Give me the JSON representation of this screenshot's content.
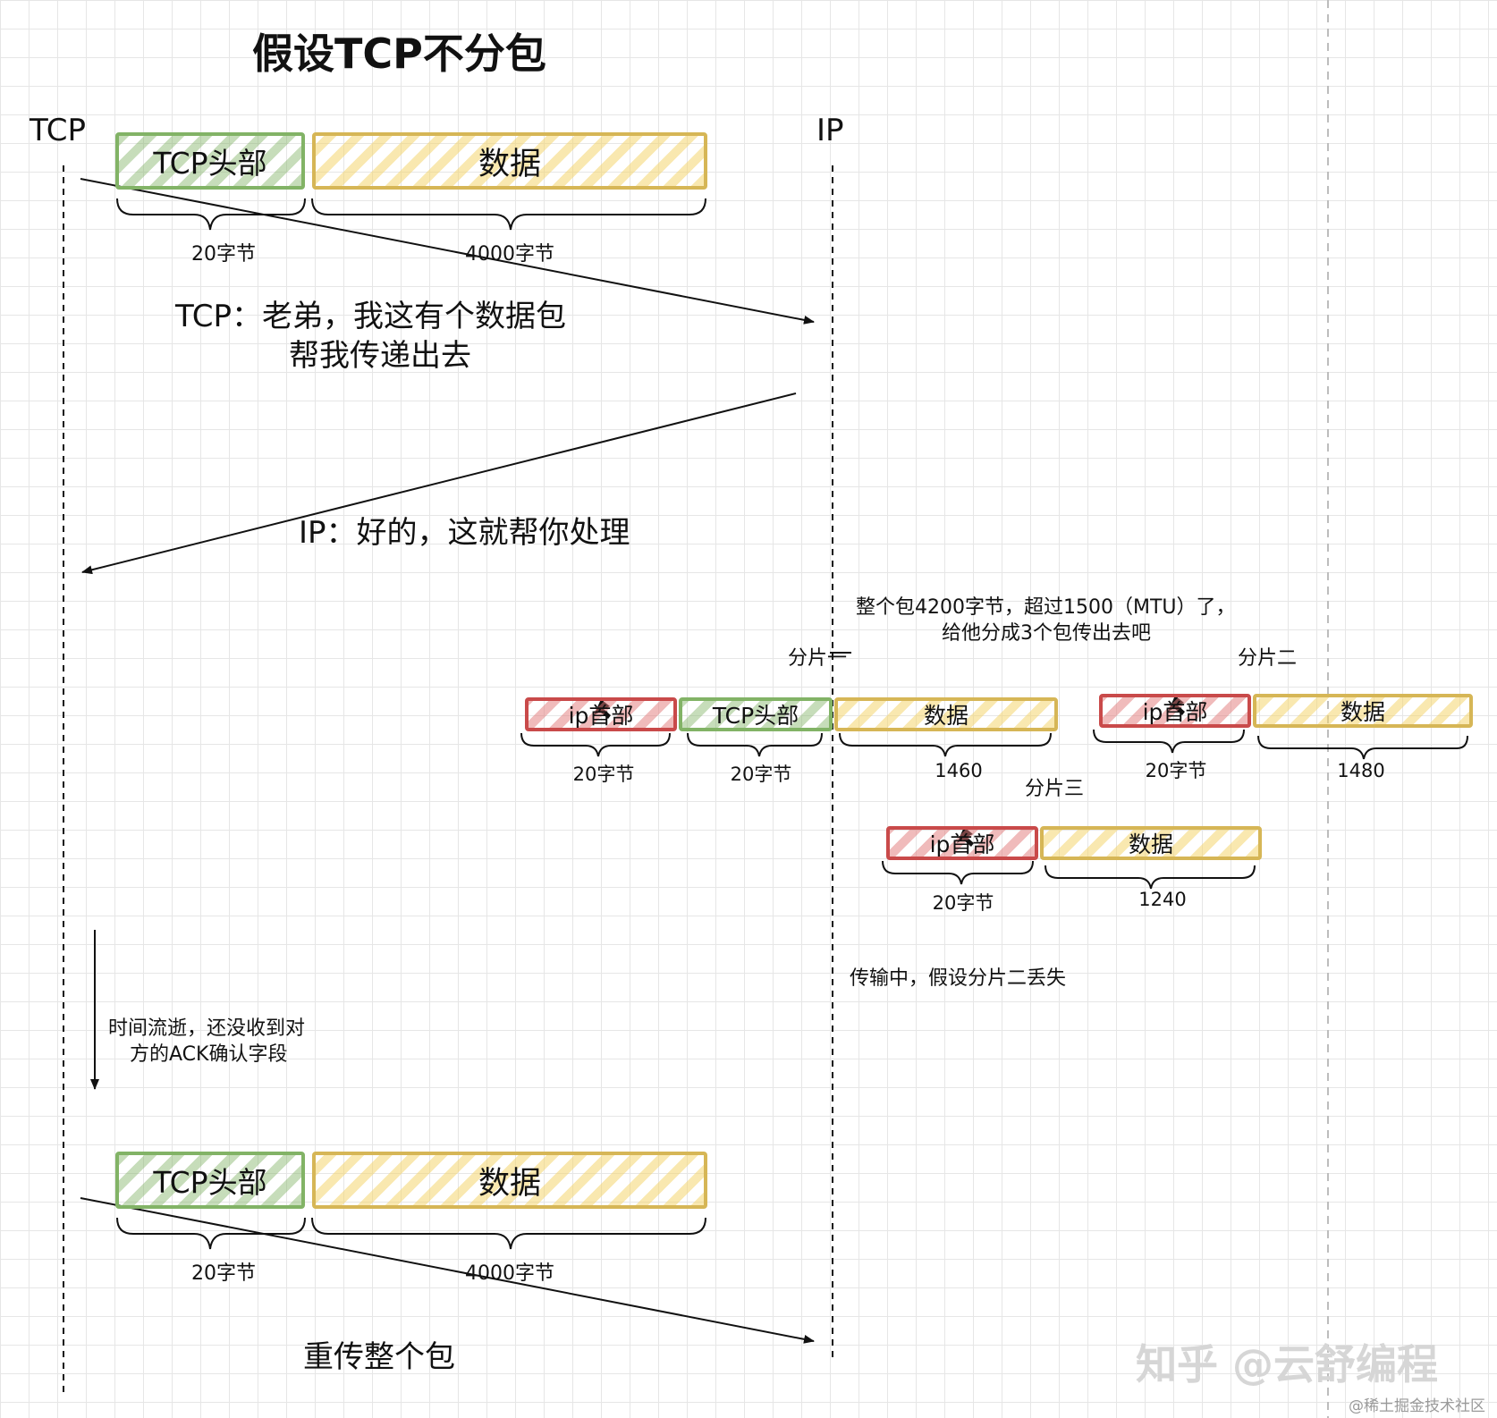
{
  "title": "假设TCP不分包",
  "lifelines": {
    "tcp": "TCP",
    "ip": "IP"
  },
  "packet": {
    "tcp_header": "TCP头部",
    "data": "数据",
    "tcp_header_size": "20字节",
    "data_size": "4000字节"
  },
  "messages": {
    "tcp_to_ip_1": "TCP：老弟，我这有个数据包",
    "tcp_to_ip_2": "帮我传递出去",
    "ip_reply": "IP：好的，这就帮你处理"
  },
  "note": {
    "line1": "整个包4200字节，超过1500（MTU）了，",
    "line2": "给他分成3个包传出去吧"
  },
  "fragments": {
    "one": {
      "label": "分片一",
      "ip_header": "ip首部",
      "tcp_header": "TCP头部",
      "data": "数据",
      "ip_size": "20字节",
      "tcp_size": "20字节",
      "data_size": "1460"
    },
    "two": {
      "label": "分片二",
      "ip_header": "ip首部",
      "data": "数据",
      "ip_size": "20字节",
      "data_size": "1480"
    },
    "three": {
      "label": "分片三",
      "ip_header": "ip首部",
      "data": "数据",
      "ip_size": "20字节",
      "data_size": "1240"
    }
  },
  "lost_note": "传输中，假设分片二丢失",
  "timeout": {
    "line1": "时间流逝，还没收到对",
    "line2": "方的ACK确认字段"
  },
  "resend": {
    "tcp_header": "TCP头部",
    "data": "数据",
    "tcp_header_size": "20字节",
    "data_size": "4000字节",
    "label": "重传整个包"
  },
  "watermark": "知乎 @云舒编程",
  "credit": "@稀土掘金技术社区",
  "colors": {
    "tcp_header": "#82b366",
    "data": "#d6b656",
    "ip_header": "#c94a4a",
    "grid": "#e6e6e6"
  }
}
